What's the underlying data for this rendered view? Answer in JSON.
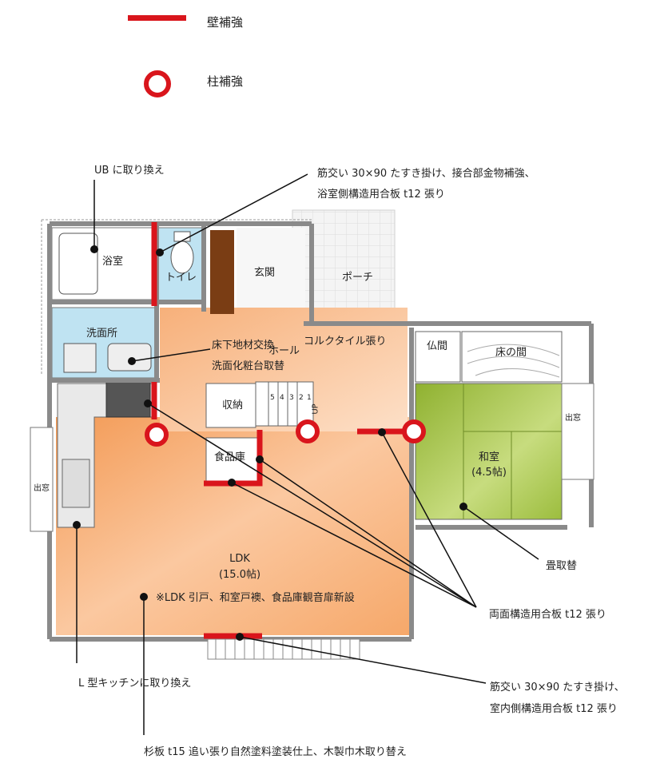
{
  "legend": {
    "wall_label": "壁補強",
    "pillar_label": "柱補強",
    "accent": "#d9151c"
  },
  "rooms": {
    "bath": "浴室",
    "toilet": "トイレ",
    "genkan": "玄関",
    "porch": "ポーチ",
    "washroom": "洗面所",
    "hall": "ホール",
    "storage": "収納",
    "pantry": "食品庫",
    "butsuma": "仏間",
    "tokonoma": "床の間",
    "washitsu": "和室",
    "washitsu_size": "(4.5帖)",
    "ldk": "LDK",
    "ldk_size": "(15.0帖)",
    "demado_right": "出窓",
    "demado_left": "出窓",
    "up": "UP",
    "steps": [
      "5",
      "4",
      "3",
      "2",
      "1"
    ]
  },
  "notes": {
    "ub": "UB に取り換え",
    "brace_bath_line1": "筋交い 30×90 たすき掛け、接合部金物補強、",
    "brace_bath_line2": "浴室側構造用合板 t12 張り",
    "floor_sub": "床下地材交換",
    "vanity": "洗面化粧台取替",
    "cork": "コルクタイル張り",
    "tatami": "畳取替",
    "plywood_both": "両面構造用合板 t12 張り",
    "ldk_doors": "※LDK 引戸、和室戸襖、食品庫観音扉新設",
    "kitchen": "L 型キッチンに取り換え",
    "brace_ldk_line1": "筋交い 30×90 たすき掛け、",
    "brace_ldk_line2": "室内側構造用合板 t12 張り",
    "sugi": "杉板 t15 追い張り自然塗料塗装仕上、木製巾木取り替え"
  },
  "colors": {
    "floor_orange": "#f6b37c",
    "tatami_green": "#a9c64b",
    "wall_gray": "#9a9a9a",
    "wood_dark": "#7a3d14",
    "bath_blue": "#bfe3f2",
    "reinforce_red": "#d9151c"
  }
}
